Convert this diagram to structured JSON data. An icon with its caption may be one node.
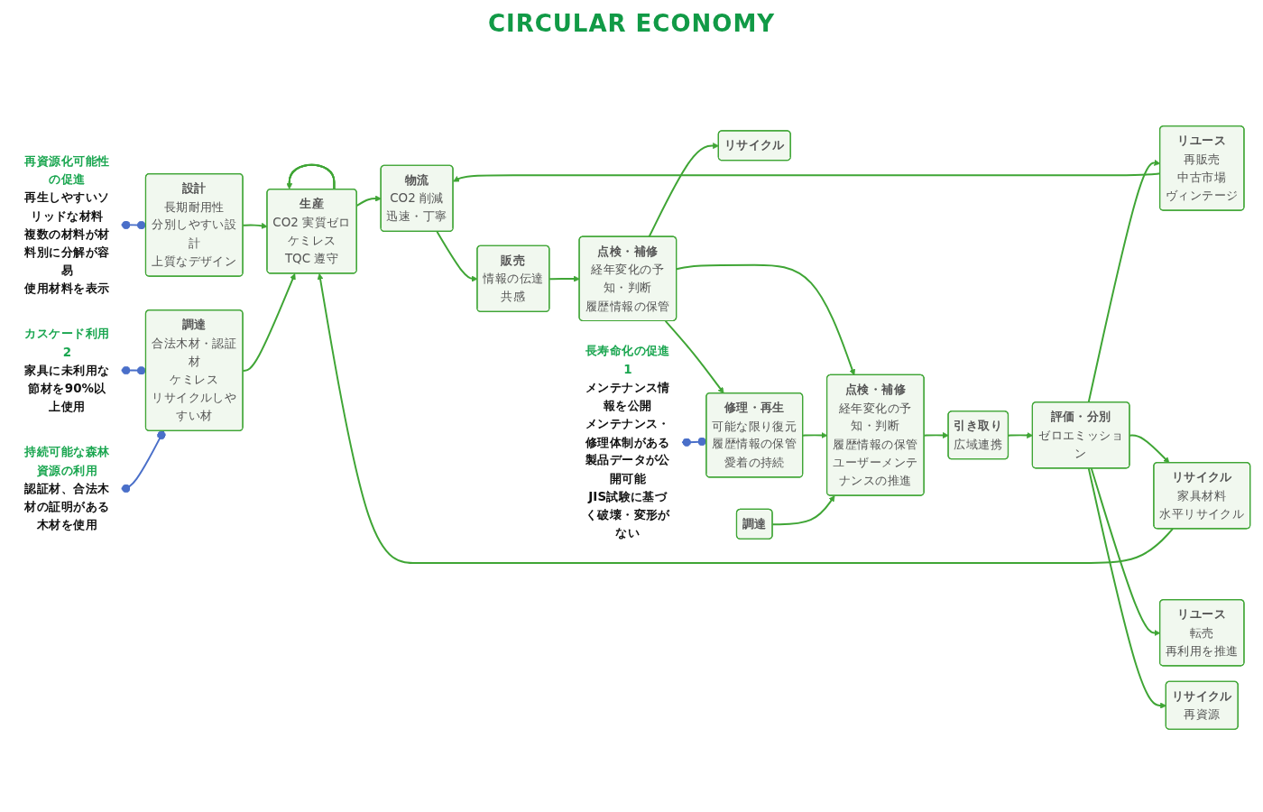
{
  "diagram": {
    "nodes": [
      {
        "text": [
          "再資源化可能性の促進",
          "再生しやすいソリッドな材料",
          "複数の材料が材料別に分解が容易",
          "使用材料を表示"
        ]
      },
      {
        "text": [
          "カスケード利用2",
          "家具に未利用な節材を90%以上使用"
        ]
      },
      {
        "text": [
          "持続可能な森林資源の利用",
          "認証材、合法木材の証明がある木材を使用"
        ]
      },
      {
        "text": [
          "設計",
          "長期耐用性",
          "分別しやすい設計",
          "上質なデザイン"
        ]
      },
      {
        "text": [
          "調達",
          "合法木材・認証材",
          "ケミレス",
          "リサイクルしやすい材"
        ]
      },
      {
        "text": [
          "生産",
          "CO2 実質ゼロ",
          "ケミレス",
          "TQC 遵守"
        ]
      },
      {
        "text": [
          "物流",
          "CO2 削減",
          "迅速・丁寧"
        ]
      },
      {
        "text": [
          "販売",
          "情報の伝達",
          "共感"
        ]
      },
      {
        "text": [
          "点検・補修",
          "経年変化の予知・判断",
          "履歴情報の保管"
        ]
      },
      {
        "text": [
          "リサイクル"
        ]
      },
      {
        "text": [
          "修理・再生",
          "可能な限り復元",
          "履歴情報の保管",
          "愛着の持続"
        ]
      },
      {
        "text": [
          "調達"
        ]
      },
      {
        "text": [
          "点検・補修",
          "経年変化の予知・判断",
          "履歴情報の保管",
          "ユーザーメンテナンスの推進"
        ]
      },
      {
        "text": [
          "引き取り",
          "広域連携"
        ]
      },
      {
        "text": [
          "評価・分別",
          "ゼロエミッション"
        ]
      },
      {
        "text": [
          "リユース",
          "再販売",
          "中古市場",
          "ヴィンテージ"
        ]
      },
      {
        "text": [
          "リサイクル",
          "家具材料",
          "水平リサイクル"
        ]
      },
      {
        "text": [
          "リユース",
          "転売",
          "再利用を推進"
        ]
      },
      {
        "text": [
          "リサイクル",
          "再資源"
        ]
      },
      {
        "text": [
          "長寿命化の促進1",
          "メンテナンス情報を公開",
          "メンテナンス・修理体制がある",
          "製品データが公開可能",
          "JIS試験に基づく破壊・変形がない"
        ]
      }
    ],
    "edges": [
      {
        "from": 3,
        "to": 5,
        "arrow": "to"
      },
      {
        "from": 4,
        "to": 5,
        "arrow": "to"
      },
      {
        "from": 5,
        "to": 6,
        "arrow": "to"
      },
      {
        "from": 6,
        "to": 7,
        "arrow": "to"
      },
      {
        "from": 7,
        "to": 8,
        "arrow": "to"
      },
      {
        "from": 8,
        "to": 9,
        "arrow": "to"
      },
      {
        "from": 8,
        "to": 10,
        "arrow": "to"
      },
      {
        "from": 8,
        "to": 12,
        "arrow": "to"
      },
      {
        "from": 10,
        "to": 12,
        "arrow": "to"
      },
      {
        "from": 11,
        "to": 12,
        "arrow": "to"
      },
      {
        "from": 12,
        "to": 13,
        "arrow": "to"
      },
      {
        "from": 13,
        "to": 14,
        "arrow": "to"
      },
      {
        "from": 14,
        "to": 15,
        "arrow": "to"
      },
      {
        "from": 14,
        "to": 16,
        "arrow": "to"
      },
      {
        "from": 14,
        "to": 17,
        "arrow": "to"
      },
      {
        "from": 14,
        "to": 18,
        "arrow": "to"
      },
      {
        "from": 16,
        "to": 5,
        "arrow": "to"
      },
      {
        "from": 15,
        "to": 6,
        "arrow": "to"
      },
      {
        "from": 5,
        "to": 5,
        "arrow": "to"
      },
      {
        "from": 0,
        "to": 3,
        "arrow": "other",
        "color": "#4a6fc9"
      },
      {
        "from": 1,
        "to": 4,
        "arrow": "other",
        "color": "#4a6fc9"
      },
      {
        "from": 2,
        "to": 4,
        "arrow": "other",
        "color": "#4a6fc9"
      },
      {
        "from": 19,
        "to": 10,
        "arrow": "other",
        "color": "#4a6fc9"
      }
    ],
    "labels": [
      "CIRCULAR ECONOMY"
    ]
  }
}
